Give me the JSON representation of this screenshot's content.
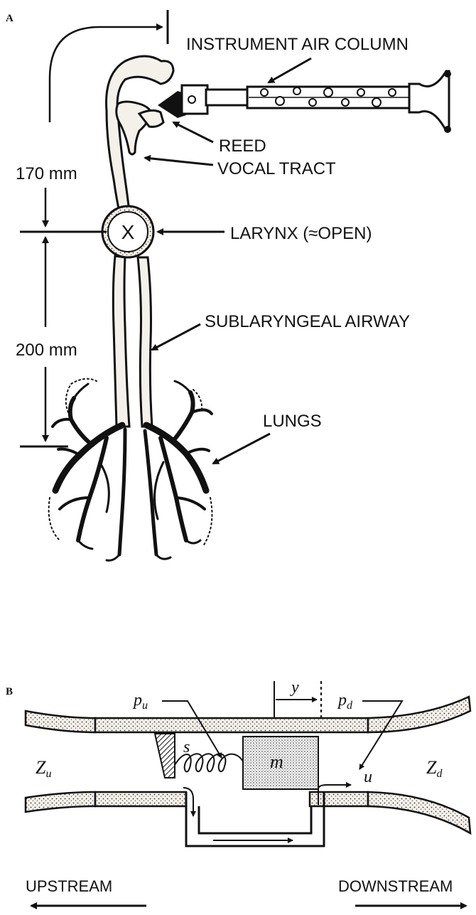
{
  "panel_a": {
    "label": "A",
    "instrument_air_column": "INSTRUMENT AIR COLUMN",
    "reed": "REED",
    "vocal_tract": "VOCAL TRACT",
    "larynx": "LARYNX (≈OPEN)",
    "larynx_mark": "X",
    "sublaryngeal_airway": "SUBLARYNGEAL AIRWAY",
    "lungs": "LUNGS",
    "upper_length": "170 mm",
    "lower_length": "200 mm"
  },
  "panel_b": {
    "label": "B",
    "pressure_upstream": "p",
    "pressure_upstream_sub": "u",
    "pressure_downstream": "p",
    "pressure_downstream_sub": "d",
    "displacement": "y",
    "stiffness": "s",
    "mass": "m",
    "flow": "u",
    "impedance_upstream": "Z",
    "impedance_upstream_sub": "u",
    "impedance_downstream": "Z",
    "impedance_downstream_sub": "d",
    "upstream": "UPSTREAM",
    "downstream": "DOWNSTREAM"
  },
  "colors": {
    "ink": "#111111",
    "paper": "#ffffff",
    "tissue": "#f4f1ea"
  }
}
